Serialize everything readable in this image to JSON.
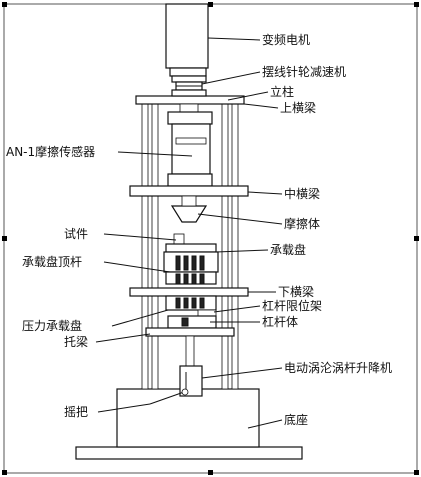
{
  "labels": {
    "motor": "变频电机",
    "reducer": "摆线针轮减速机",
    "column": "立柱",
    "upper_beam": "上横梁",
    "sensor": "AN-1摩擦传感器",
    "middle_beam": "中横梁",
    "friction_body": "摩擦体",
    "specimen": "试件",
    "bearing_plate": "承载盘",
    "top_rod": "承载盘顶杆",
    "lower_beam": "下横梁",
    "lever_limit_frame": "杠杆限位架",
    "pressure_plate": "压力承载盘",
    "lever_body": "杠杆体",
    "support_beam": "托梁",
    "worm_lift": "电动涡沦涡杆升降机",
    "handle": "摇把",
    "base": "底座"
  }
}
